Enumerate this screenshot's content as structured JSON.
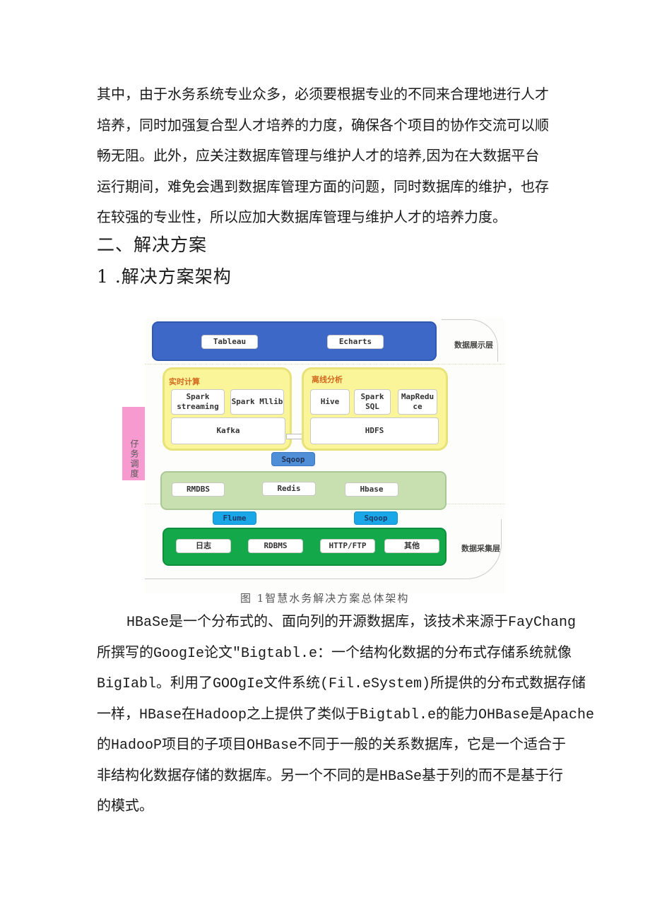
{
  "paragraph1": {
    "lines": [
      "其中，由于水务系统专业众多，必须要根据专业的不同来合理地进行人才",
      "培养，同时加强复合型人才培养的力度，确保各个项目的协作交流可以顺",
      "畅无阻。此外，应关注数据库管理与维护人才的培养,因为在大数据平台",
      "运行期间，难免会遇到数据库管理方面的问题，同时数据库的维护，也存",
      "在较强的专业性，所以应加大数据库管理与维护人才的培养力度。"
    ]
  },
  "heading_section": "二、解决方案",
  "heading_subsection": "1 .解决方案架构",
  "figure": {
    "caption": "图 1智慧水务解决方案总体架构",
    "side_label_task": "仔务调度",
    "layers": {
      "display": {
        "label": "数据展示层",
        "items": [
          "Tableau",
          "Echarts"
        ]
      },
      "realtime": {
        "title": "实时计算",
        "items": [
          "Spark streaming",
          "Spark Mllib"
        ],
        "base": "Kafka"
      },
      "offline": {
        "title": "离线分析",
        "items": [
          "Hive",
          "Spark SQL",
          "MapReduce"
        ],
        "base": "HDFS"
      },
      "transfer_top": "Sqoop",
      "storage": {
        "items": [
          "RMDBS",
          "Redis",
          "Hbase"
        ]
      },
      "transfer_bottom": [
        "Flume",
        "Sqoop"
      ],
      "collection": {
        "label": "数据采集层",
        "items": [
          "日志",
          "RDBMS",
          "HTTP/FTP",
          "其他"
        ]
      }
    },
    "colors": {
      "display_blue": "#3d68c8",
      "compute_yellow": "#fbf59a",
      "storage_green": "#c8dfb0",
      "collection_green": "#13a84a",
      "sqoop_blue": "#4f8fd8",
      "flume_cyan": "#1aa7e8",
      "task_pink": "#f79ad0"
    }
  },
  "paragraph2": {
    "lines": [
      "HBaSe是一个分布式的、面向列的开源数据库，该技术来源于FayChang",
      "所撰写的GoogIe论文\"Bigtabl.e：一个结构化数据的分布式存储系统就像",
      "BigIabl。利用了GOOgIe文件系统(Fil.eSystem)所提供的分布式数据存储",
      "一样，HBase在Hadoop之上提供了类似于Bigtabl.e的能力OHBase是Apache",
      "的HadooP项目的子项目OHBase不同于一般的关系数据库，它是一个适合于",
      "非结构化数据存储的数据库。另一个不同的是HBaSe基于列的而不是基于行",
      "的模式。"
    ]
  }
}
